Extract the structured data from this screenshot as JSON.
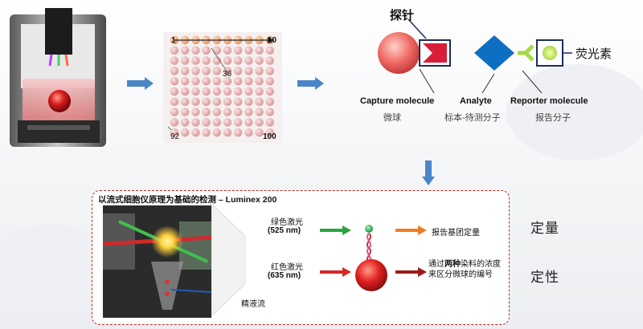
{
  "top": {
    "plate": {
      "label_1": "1",
      "label_10": "10",
      "label_36": "36",
      "label_92": "92",
      "label_100": "100"
    },
    "probe_label": "探针",
    "fluor_label": "荧光素",
    "capture": {
      "en": "Capture molecule",
      "cn": "微球"
    },
    "analyte": {
      "en": "Analyte",
      "cn": "标本-待测分子"
    },
    "reporter": {
      "en": "Reporter molecule",
      "cn": "报告分子"
    }
  },
  "panel": {
    "title": "以流式细胞仪原理为基础的检测 – Luminex 200",
    "green_laser": "绿色激光",
    "green_nm": "(525 nm)",
    "red_laser": "红色激光",
    "red_nm": "(635 nm)",
    "sheath": "精液流",
    "report_text": "报告基团定量",
    "dye_line1_a": "通过",
    "dye_line1_b": "两种",
    "dye_line1_c": "染料的浓度",
    "dye_line2": "来区分微球的编号"
  },
  "side": {
    "quant": "定量",
    "qual": "定性"
  },
  "colors": {
    "arrow_blue": "#4a86c8",
    "green": "#2aa33b",
    "red": "#d62828",
    "orange": "#ef7d22",
    "darkred": "#9a1b1b",
    "panel_border": "#c0281e"
  }
}
